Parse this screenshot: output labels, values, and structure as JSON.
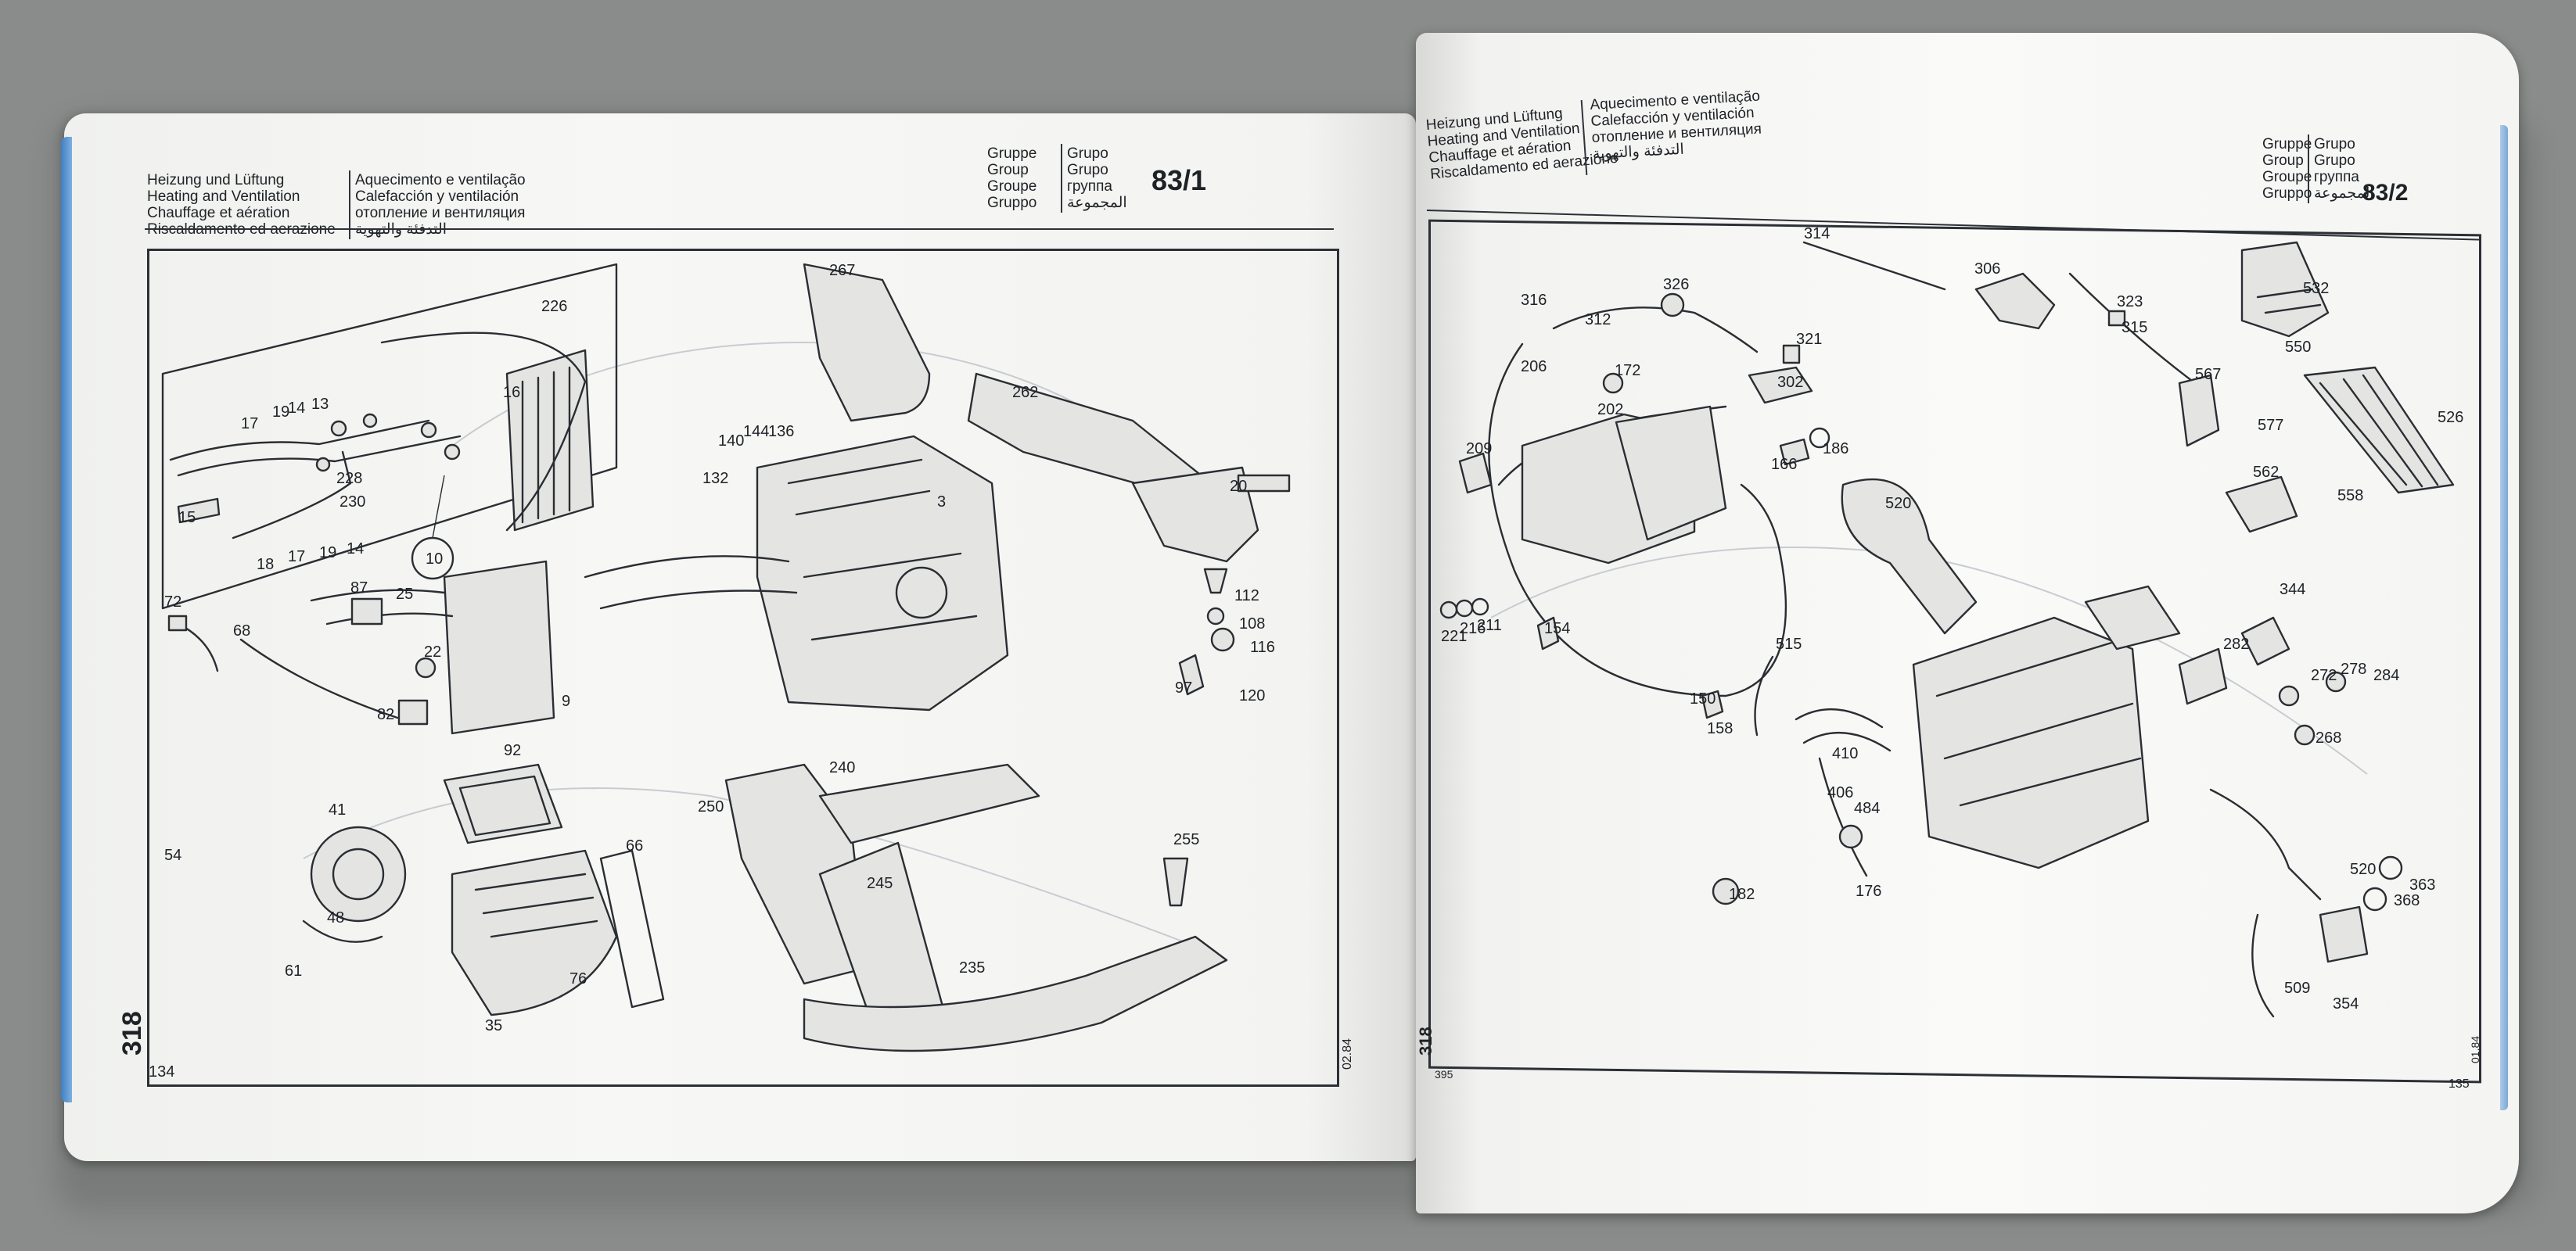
{
  "left_page": {
    "header_titles": [
      "Heizung und Lüftung",
      "Heating and Ventilation",
      "Chauffage et aération",
      "Riscaldamento ed aerazione"
    ],
    "header_titles_2": [
      "Aquecimento e ventilação",
      "Calefacción y ventilación",
      "отопление и вентиляция",
      "التدفئة والتهوية"
    ],
    "group_labels": [
      "Gruppe",
      "Group",
      "Groupe",
      "Gruppo"
    ],
    "group_labels_2": [
      "Grupo",
      "Grupo",
      "группа",
      "المجموعة"
    ],
    "group_number": "83/1",
    "section_code": "318",
    "page_number": "134",
    "date_code": "02.84",
    "callouts": [
      {
        "id": "17a",
        "text": "17"
      },
      {
        "id": "19a",
        "text": "19"
      },
      {
        "id": "14a",
        "text": "14"
      },
      {
        "id": "13",
        "text": "13"
      },
      {
        "id": "16",
        "text": "16"
      },
      {
        "id": "15",
        "text": "15"
      },
      {
        "id": "18",
        "text": "18"
      },
      {
        "id": "17b",
        "text": "17"
      },
      {
        "id": "19b",
        "text": "19"
      },
      {
        "id": "14b",
        "text": "14"
      },
      {
        "id": "10",
        "text": "10"
      },
      {
        "id": "72",
        "text": "72"
      },
      {
        "id": "68",
        "text": "68"
      },
      {
        "id": "9",
        "text": "9"
      },
      {
        "id": "54",
        "text": "54"
      },
      {
        "id": "41",
        "text": "41"
      },
      {
        "id": "92",
        "text": "92"
      },
      {
        "id": "66",
        "text": "66"
      },
      {
        "id": "48",
        "text": "48"
      },
      {
        "id": "61",
        "text": "61"
      },
      {
        "id": "35",
        "text": "35"
      },
      {
        "id": "76",
        "text": "76"
      },
      {
        "id": "267",
        "text": "267"
      },
      {
        "id": "226",
        "text": "226"
      },
      {
        "id": "262",
        "text": "262"
      },
      {
        "id": "228",
        "text": "228"
      },
      {
        "id": "230",
        "text": "230"
      },
      {
        "id": "140",
        "text": "140"
      },
      {
        "id": "144",
        "text": "144"
      },
      {
        "id": "136",
        "text": "136"
      },
      {
        "id": "132",
        "text": "132"
      },
      {
        "id": "3",
        "text": "3"
      },
      {
        "id": "20",
        "text": "20"
      },
      {
        "id": "87",
        "text": "87"
      },
      {
        "id": "25",
        "text": "25"
      },
      {
        "id": "112",
        "text": "112"
      },
      {
        "id": "108",
        "text": "108"
      },
      {
        "id": "116",
        "text": "116"
      },
      {
        "id": "22",
        "text": "22"
      },
      {
        "id": "82",
        "text": "82"
      },
      {
        "id": "97",
        "text": "97"
      },
      {
        "id": "120",
        "text": "120"
      },
      {
        "id": "240",
        "text": "240"
      },
      {
        "id": "250",
        "text": "250"
      },
      {
        "id": "245",
        "text": "245"
      },
      {
        "id": "255",
        "text": "255"
      },
      {
        "id": "235",
        "text": "235"
      }
    ]
  },
  "right_page": {
    "header_titles": [
      "Heizung und Lüftung",
      "Heating and Ventilation",
      "Chauffage et aération",
      "Riscaldamento ed aerazione"
    ],
    "header_titles_2": [
      "Aquecimento e ventilação",
      "Calefacción y ventilación",
      "отопление и вентиляция",
      "التدفئة والتهوية"
    ],
    "group_labels": [
      "Gruppe",
      "Group",
      "Groupe",
      "Gruppo"
    ],
    "group_labels_2": [
      "Grupo",
      "Grupo",
      "группа",
      "المجموعة"
    ],
    "group_number": "83/2",
    "section_code": "318",
    "section_code_small": "395",
    "page_number": "135",
    "date_code": "01.84",
    "callouts": [
      {
        "id": "314",
        "text": "314"
      },
      {
        "id": "306",
        "text": "306"
      },
      {
        "id": "323",
        "text": "323"
      },
      {
        "id": "316",
        "text": "316"
      },
      {
        "id": "312",
        "text": "312"
      },
      {
        "id": "326",
        "text": "326"
      },
      {
        "id": "315",
        "text": "315"
      },
      {
        "id": "532",
        "text": "532"
      },
      {
        "id": "206",
        "text": "206"
      },
      {
        "id": "321",
        "text": "321"
      },
      {
        "id": "172",
        "text": "172"
      },
      {
        "id": "302",
        "text": "302"
      },
      {
        "id": "550",
        "text": "550"
      },
      {
        "id": "567",
        "text": "567"
      },
      {
        "id": "526",
        "text": "526"
      },
      {
        "id": "209",
        "text": "209"
      },
      {
        "id": "202",
        "text": "202"
      },
      {
        "id": "577",
        "text": "577"
      },
      {
        "id": "166",
        "text": "166"
      },
      {
        "id": "186",
        "text": "186"
      },
      {
        "id": "520a",
        "text": "520"
      },
      {
        "id": "562",
        "text": "562"
      },
      {
        "id": "558",
        "text": "558"
      },
      {
        "id": "344",
        "text": "344"
      },
      {
        "id": "515",
        "text": "515"
      },
      {
        "id": "282",
        "text": "282"
      },
      {
        "id": "272",
        "text": "272"
      },
      {
        "id": "278",
        "text": "278"
      },
      {
        "id": "284",
        "text": "284"
      },
      {
        "id": "221",
        "text": "221"
      },
      {
        "id": "216",
        "text": "216"
      },
      {
        "id": "211",
        "text": "211"
      },
      {
        "id": "154",
        "text": "154"
      },
      {
        "id": "150",
        "text": "150"
      },
      {
        "id": "268",
        "text": "268"
      },
      {
        "id": "158",
        "text": "158"
      },
      {
        "id": "410",
        "text": "410"
      },
      {
        "id": "406",
        "text": "406"
      },
      {
        "id": "484",
        "text": "484"
      },
      {
        "id": "182",
        "text": "182"
      },
      {
        "id": "176",
        "text": "176"
      },
      {
        "id": "520b",
        "text": "520"
      },
      {
        "id": "363",
        "text": "363"
      },
      {
        "id": "368",
        "text": "368"
      },
      {
        "id": "509",
        "text": "509"
      },
      {
        "id": "354",
        "text": "354"
      }
    ]
  }
}
